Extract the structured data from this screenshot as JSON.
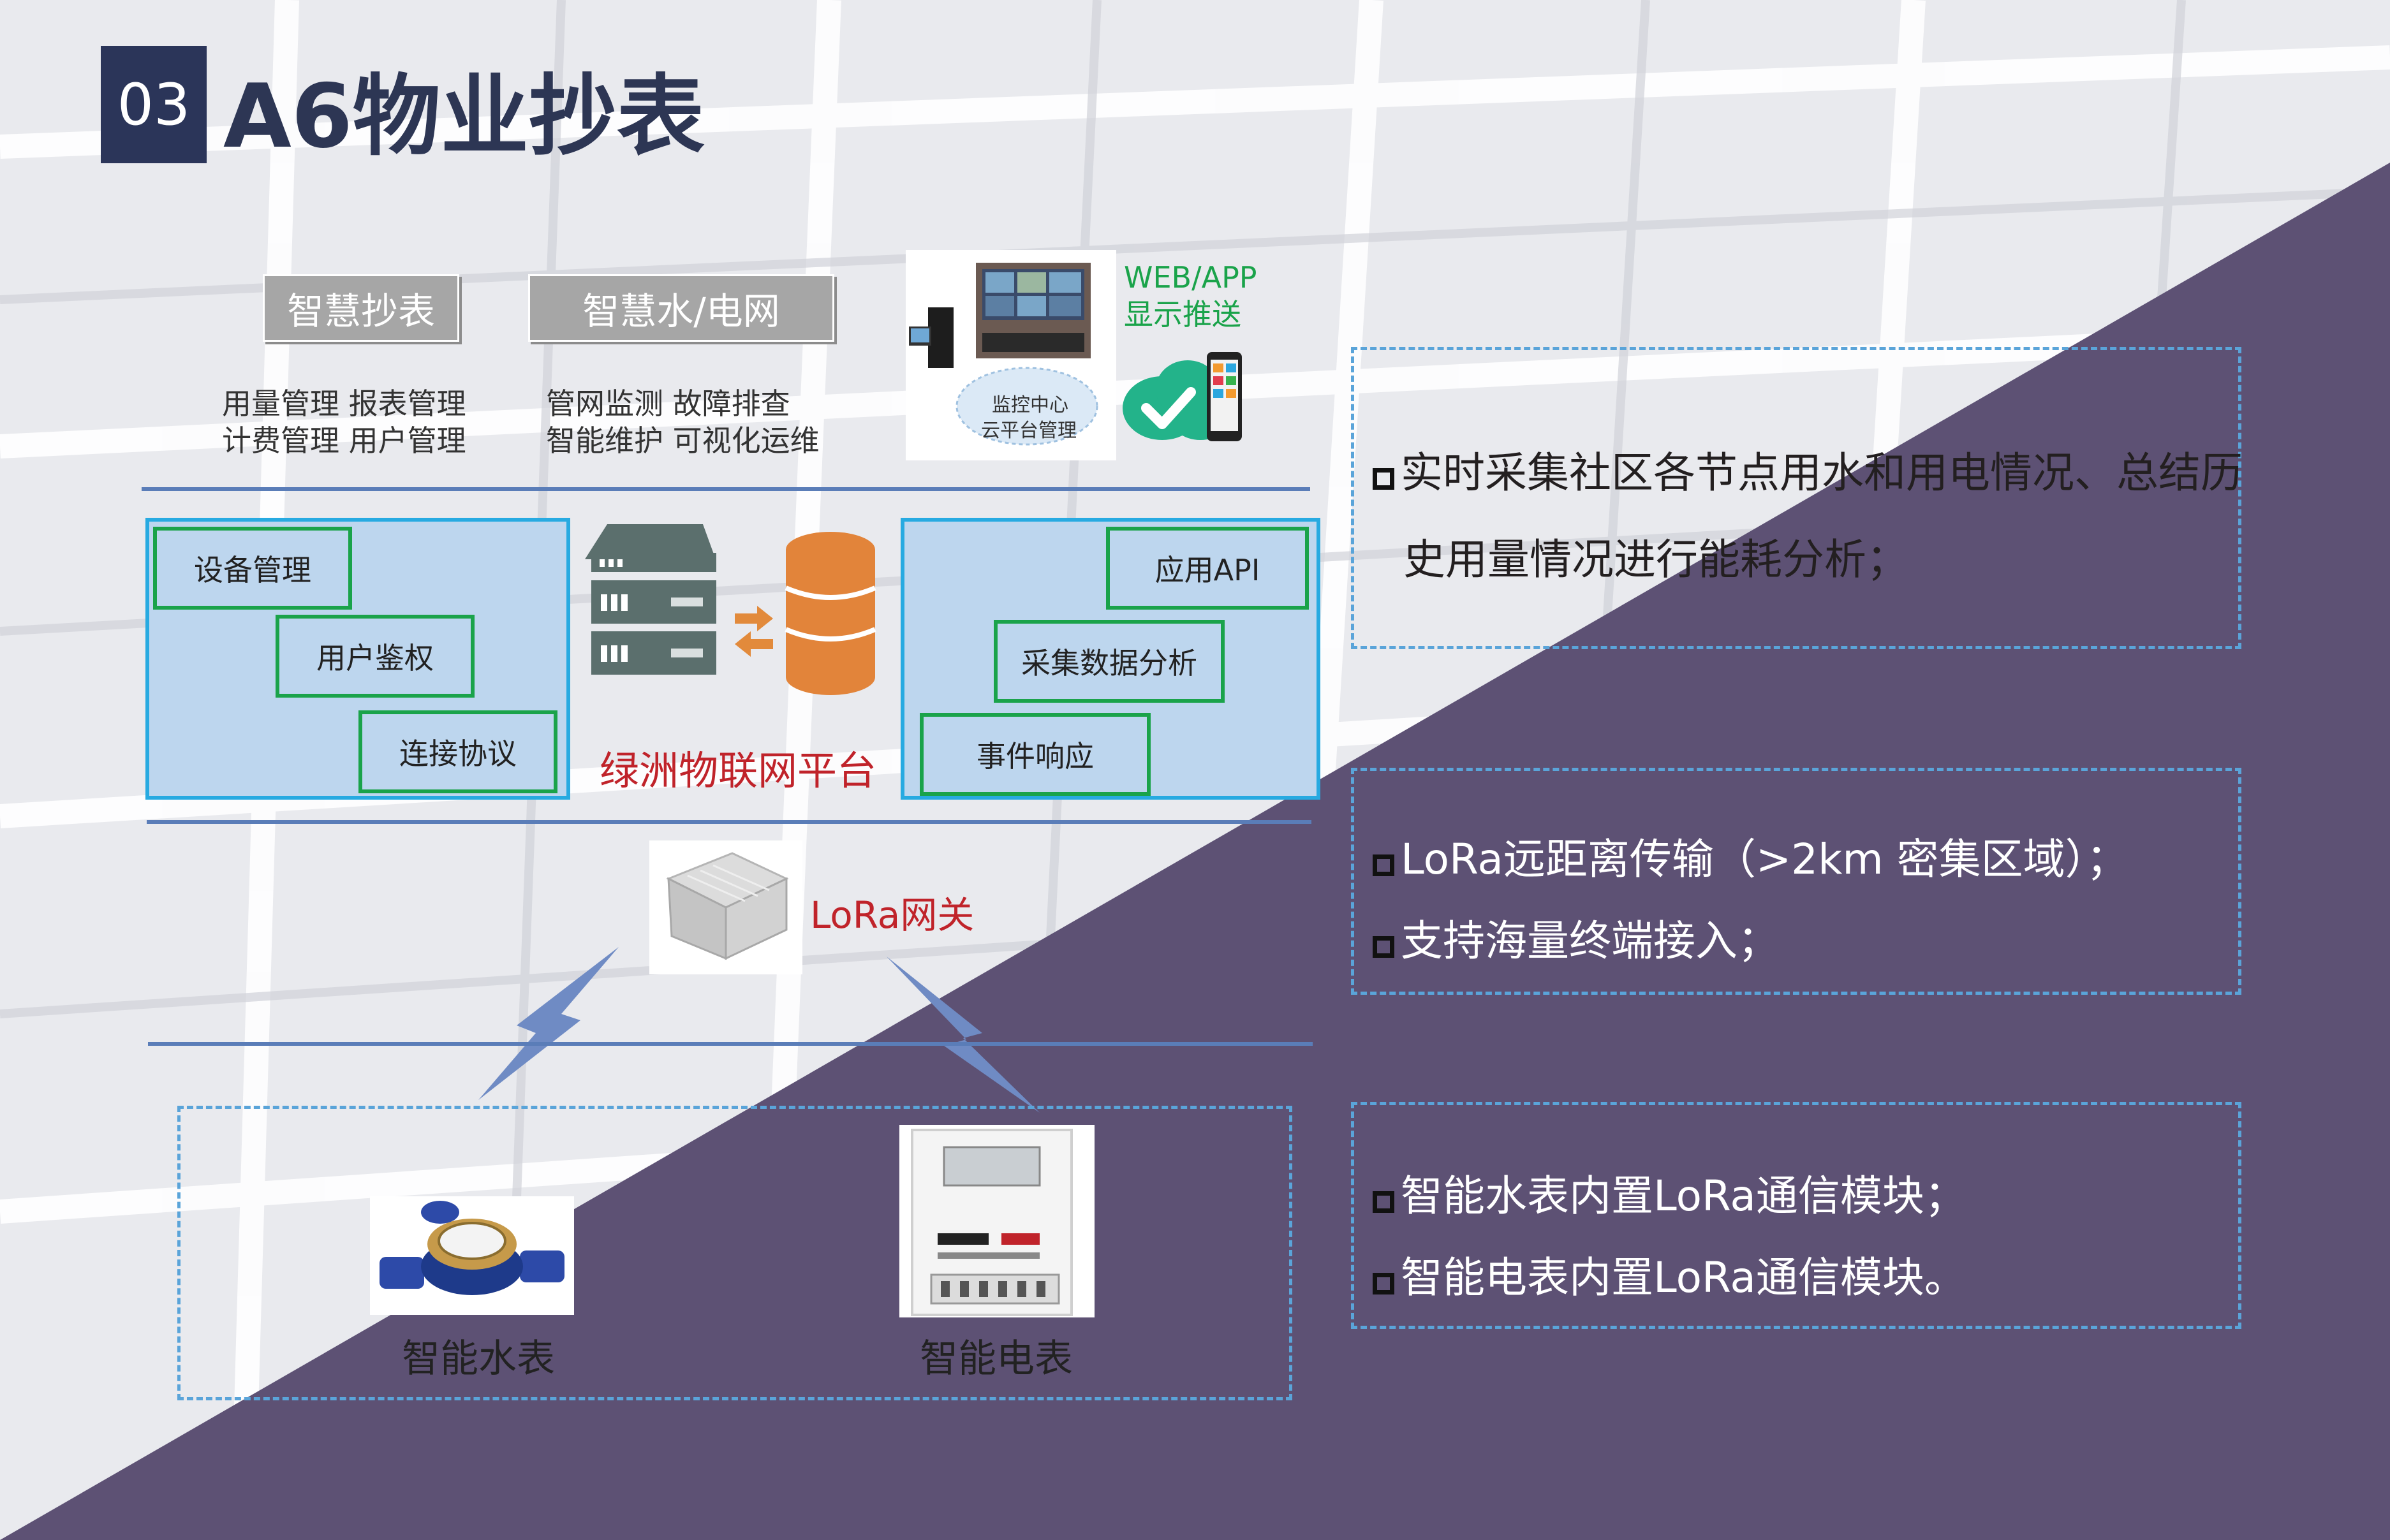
{
  "header": {
    "number": "03",
    "title": "A6物业抄表"
  },
  "top": {
    "pill_meter": "智慧抄表",
    "pill_grid": "智慧水/电网",
    "meter_caption_1": "用量管理  报表管理",
    "meter_caption_2": "计费管理  用户管理",
    "grid_caption_1": "管网监测  故障排查",
    "grid_caption_2": "智能维护  可视化运维",
    "monitor_cloud_1": "监控中心",
    "monitor_cloud_2": "云平台管理",
    "web_1": "WEB/APP",
    "web_2": "显示推送"
  },
  "platform": {
    "left_boxes": [
      "设备管理",
      "用户鉴权",
      "连接协议"
    ],
    "right_boxes": [
      "应用API",
      "采集数据分析",
      "事件响应"
    ],
    "name": "绿洲物联网平台"
  },
  "gateway": {
    "label": "LoRa网关"
  },
  "devices": {
    "water": "智能水表",
    "electric": "智能电表"
  },
  "notes": {
    "n1_line1": "实时采集社区各节点用水和用电情况、总结历",
    "n1_line2": "史用量情况进行能耗分析；",
    "n2_line1": "LoRa远距离传输（>2km 密集区域）；",
    "n2_line2": "支持海量终端接入；",
    "n3_line1": "智能水表内置LoRa通信模块；",
    "n3_line2": "智能电表内置LoRa通信模块。"
  },
  "colors": {
    "navy": "#2b3559",
    "purple": "#5d5174",
    "platform_red": "#c0232a",
    "green": "#1aa34a",
    "blue_line": "#5a7db8"
  }
}
